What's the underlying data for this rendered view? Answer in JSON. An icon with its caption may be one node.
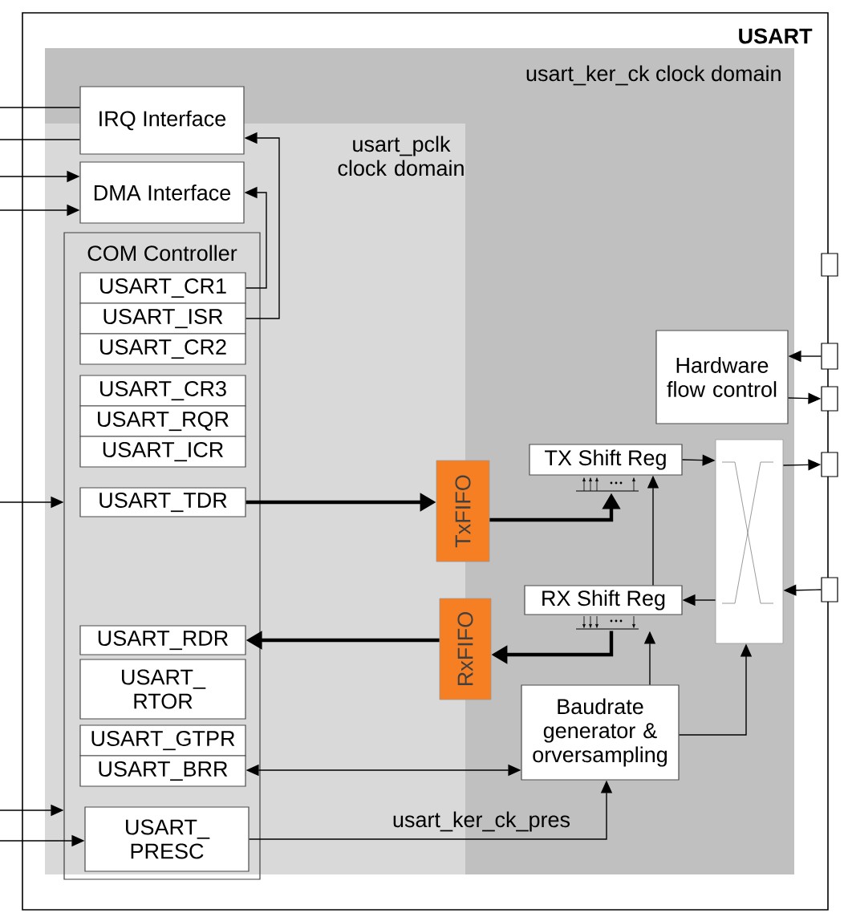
{
  "diagram": {
    "nodes": [
      {
        "text": [
          "USART"
        ]
      },
      {
        "text": [
          "usart_ker_ck  clock domain"
        ],
        "in": 0
      },
      {
        "text": [
          "usart_pclk clock domain"
        ],
        "in": 1
      },
      {
        "text": [
          "IRQ Interface"
        ],
        "in": 1
      },
      {
        "text": [
          "DMA Interface"
        ],
        "in": 2
      },
      {
        "text": [
          "COM Controller"
        ],
        "in": 2
      },
      {
        "text": [
          "USART_CR1"
        ],
        "in": 5
      },
      {
        "text": [
          "USART_ISR"
        ],
        "in": 5
      },
      {
        "text": [
          "USART_CR2"
        ],
        "in": 5
      },
      {
        "text": [
          "USART_CR3"
        ],
        "in": 5
      },
      {
        "text": [
          "USART_RQR"
        ],
        "in": 5
      },
      {
        "text": [
          "USART_ICR"
        ],
        "in": 5
      },
      {
        "text": [
          "USART_TDR"
        ],
        "in": 5
      },
      {
        "text": [
          "USART_RDR"
        ],
        "in": 5
      },
      {
        "text": [
          "USART_ RTOR"
        ],
        "in": 5
      },
      {
        "text": [
          "USART_GTPR"
        ],
        "in": 5
      },
      {
        "text": [
          "USART_BRR"
        ],
        "in": 5
      },
      {
        "text": [
          "USART_ PRESC"
        ],
        "in": 5
      },
      {
        "text": [
          "TxFIFO"
        ],
        "in": 1
      },
      {
        "text": [
          "RxFIFO"
        ],
        "in": 1
      },
      {
        "text": [
          "TX Shift Reg"
        ],
        "in": 1
      },
      {
        "text": [
          "RX Shift Reg"
        ],
        "in": 1
      },
      {
        "text": [
          "Hardware flow control"
        ],
        "in": 1
      },
      {
        "text": [],
        "shape": "box",
        "in": 1
      },
      {
        "text": [
          "Baudrate generator & orversampling"
        ],
        "in": 1
      },
      {
        "text": [],
        "shape": "box"
      },
      {
        "text": [],
        "shape": "box"
      },
      {
        "text": [],
        "shape": "box"
      },
      {
        "text": [],
        "shape": "box"
      },
      {
        "text": [],
        "shape": "box"
      }
    ],
    "edges": [
      {
        "from": null,
        "to": 3,
        "arrow": "none"
      },
      {
        "from": null,
        "to": 3,
        "arrow": "none"
      },
      {
        "from": null,
        "to": 4,
        "arrow": "to"
      },
      {
        "from": null,
        "to": 4,
        "arrow": "to"
      },
      {
        "from": null,
        "to": 5,
        "arrow": "to"
      },
      {
        "from": null,
        "to": 5,
        "arrow": "to"
      },
      {
        "from": null,
        "to": 17,
        "arrow": "to"
      },
      {
        "from": 7,
        "to": 3,
        "arrow": "to"
      },
      {
        "from": 6,
        "to": 4,
        "arrow": "to"
      },
      {
        "from": 12,
        "to": 18,
        "arrow": "to",
        "style": "thick"
      },
      {
        "from": 18,
        "to": 20,
        "arrow": "to",
        "style": "thick"
      },
      {
        "from": 21,
        "to": 19,
        "arrow": "to",
        "style": "thick"
      },
      {
        "from": 19,
        "to": 13,
        "arrow": "to",
        "style": "thick"
      },
      {
        "from": 20,
        "to": 23,
        "arrow": "to"
      },
      {
        "from": 23,
        "to": 21,
        "arrow": "to"
      },
      {
        "from": 21,
        "to": 20,
        "arrow": "to"
      },
      {
        "from": 24,
        "to": 21,
        "arrow": "to"
      },
      {
        "from": 24,
        "to": 23,
        "arrow": "to"
      },
      {
        "from": 16,
        "to": 24,
        "arrow": "both"
      },
      {
        "from": 17,
        "to": 24,
        "arrow": "to",
        "label": "usart_ker_ck_pres"
      },
      {
        "from": 26,
        "to": 22,
        "arrow": "to"
      },
      {
        "from": 22,
        "to": 27,
        "arrow": "to"
      },
      {
        "from": 23,
        "to": 28,
        "arrow": "to"
      },
      {
        "from": 29,
        "to": 23,
        "arrow": "to"
      }
    ]
  }
}
